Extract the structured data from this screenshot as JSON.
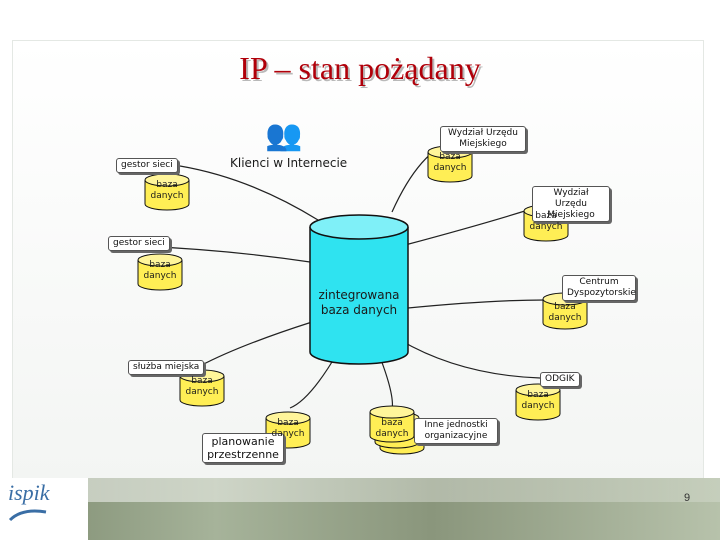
{
  "title": "IP – stan pożądany",
  "center": "zintegrowana baza danych",
  "clients": {
    "label": "Klienci w Internecie",
    "icon": "people-icon"
  },
  "db_label": "baza danych",
  "units": {
    "wydzial1": "Wydział Urzędu Miejskiego",
    "gestor1": "gestor sieci",
    "wydzial2": "Wydział Urzędu Miejskiego",
    "gestor2": "gestor sieci",
    "centrum": "Centrum Dyspozytorskie",
    "sluzba": "służba miejska",
    "odgik": "ODGIK",
    "planowanie": "planowanie przestrzenne",
    "inne": "Inne jednostki organizacyjne"
  },
  "logo": "ispik",
  "page_number": "9",
  "colors": {
    "title": "#b0000a",
    "center_fill": "#2fe3f0",
    "db_fill": "#ffee55",
    "line": "#222222"
  }
}
